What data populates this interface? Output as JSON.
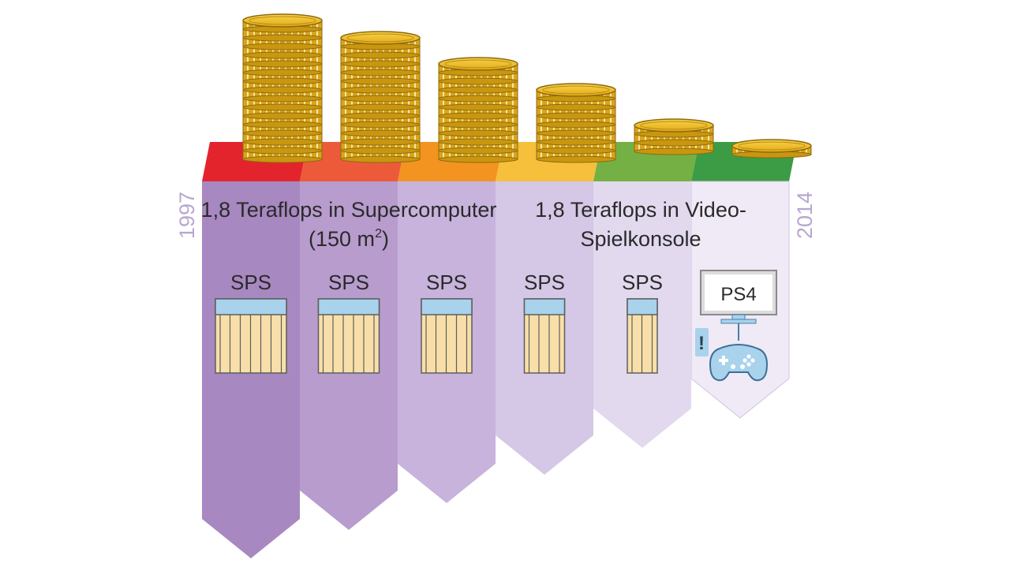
{
  "years": {
    "start": "1997",
    "end": "2014"
  },
  "captions": {
    "left_line1": "1,8 Teraflops in Supercomputer",
    "left_line2_pre": "(150 m",
    "left_line2_sup": "2",
    "left_line2_post": ")",
    "right_line1": "1,8 Teraflops in Video-",
    "right_line2": "Spielkonsole"
  },
  "columns": [
    {
      "label": "SPS",
      "band_color": "#e4242c",
      "arrow_color": "#a888c0",
      "coins": 16,
      "rack_slots": 6
    },
    {
      "label": "SPS",
      "band_color": "#ec5a3a",
      "arrow_color": "#b79ccd",
      "coins": 14,
      "rack_slots": 5
    },
    {
      "label": "SPS",
      "band_color": "#f39320",
      "arrow_color": "#c7b3dc",
      "coins": 11,
      "rack_slots": 4
    },
    {
      "label": "SPS",
      "band_color": "#f6c03c",
      "arrow_color": "#d5c7e6",
      "coins": 8,
      "rack_slots": 3
    },
    {
      "label": "SPS",
      "band_color": "#74b043",
      "arrow_color": "#e2d9ef",
      "coins": 3,
      "rack_slots": 2
    },
    {
      "label": "PS4",
      "band_color": "#3c9c45",
      "arrow_color": "#efeaf6",
      "coins": 1,
      "rack_slots": 0
    }
  ],
  "console": {
    "label": "PS4",
    "note_icon": "!"
  },
  "colors": {
    "coin_face": "#e9b81f",
    "coin_edge": "#8d6a10",
    "rack_top": "#a9d2ec",
    "rack_body": "#f8dfa9",
    "controller": "#a9d2ec"
  }
}
